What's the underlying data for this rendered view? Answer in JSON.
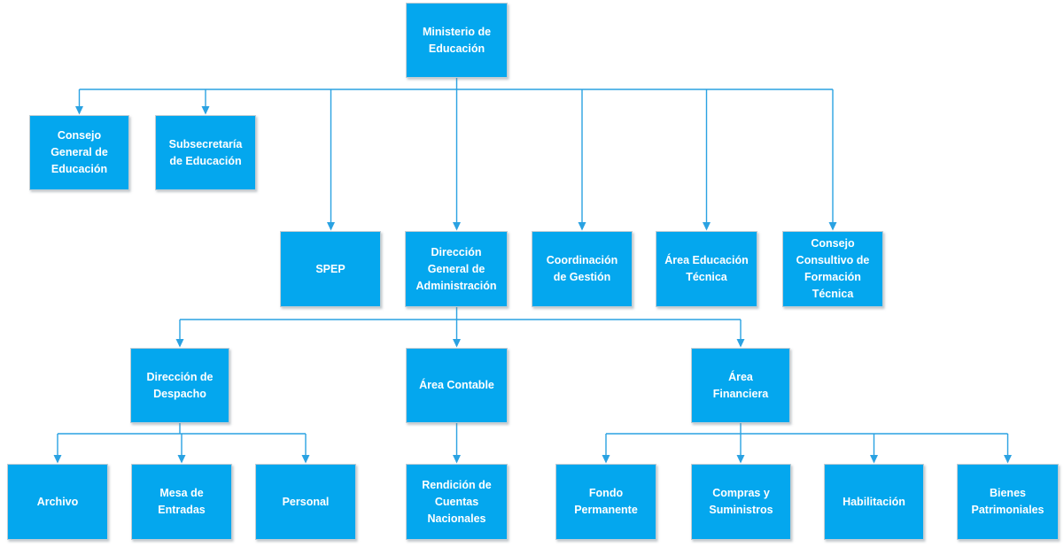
{
  "diagram_type": "org-chart",
  "colors": {
    "node_fill": "#04a7ee",
    "node_text": "#ffffff",
    "connector": "#2aa2e2",
    "background": "#ffffff"
  },
  "nodes": {
    "ministerio": {
      "label": "Ministerio de\nEducación",
      "parent": null
    },
    "consejo_general": {
      "label": "Consejo\nGeneral de\nEducación",
      "parent": "ministerio"
    },
    "subsecretaria": {
      "label": "Subsecretaría\nde Educación",
      "parent": "ministerio"
    },
    "spep": {
      "label": "SPEP",
      "parent": "ministerio"
    },
    "direccion_general": {
      "label": "Dirección\nGeneral de\nAdministración",
      "parent": "ministerio"
    },
    "coordinacion": {
      "label": "Coordinación\nde Gestión",
      "parent": "ministerio"
    },
    "educacion_tecnica": {
      "label": "Área Educación\nTécnica",
      "parent": "ministerio"
    },
    "consejo_consultivo": {
      "label": "Consejo\nConsultivo de\nFormación\nTécnica",
      "parent": "ministerio"
    },
    "despacho": {
      "label": "Dirección de\nDespacho",
      "parent": "direccion_general"
    },
    "contable": {
      "label": "Área Contable",
      "parent": "direccion_general"
    },
    "financiera": {
      "label": "Área\nFinanciera",
      "parent": "direccion_general"
    },
    "archivo": {
      "label": "Archivo",
      "parent": "despacho"
    },
    "mesa_entradas": {
      "label": "Mesa de\nEntradas",
      "parent": "despacho"
    },
    "personal": {
      "label": "Personal",
      "parent": "despacho"
    },
    "rendicion": {
      "label": "Rendición de\nCuentas\nNacionales",
      "parent": "contable"
    },
    "fondo_permanente": {
      "label": "Fondo\nPermanente",
      "parent": "financiera"
    },
    "compras": {
      "label": "Compras y\nSuministros",
      "parent": "financiera"
    },
    "habilitacion": {
      "label": "Habilitación",
      "parent": "financiera"
    },
    "bienes": {
      "label": "Bienes\nPatrimoniales",
      "parent": "financiera"
    }
  }
}
